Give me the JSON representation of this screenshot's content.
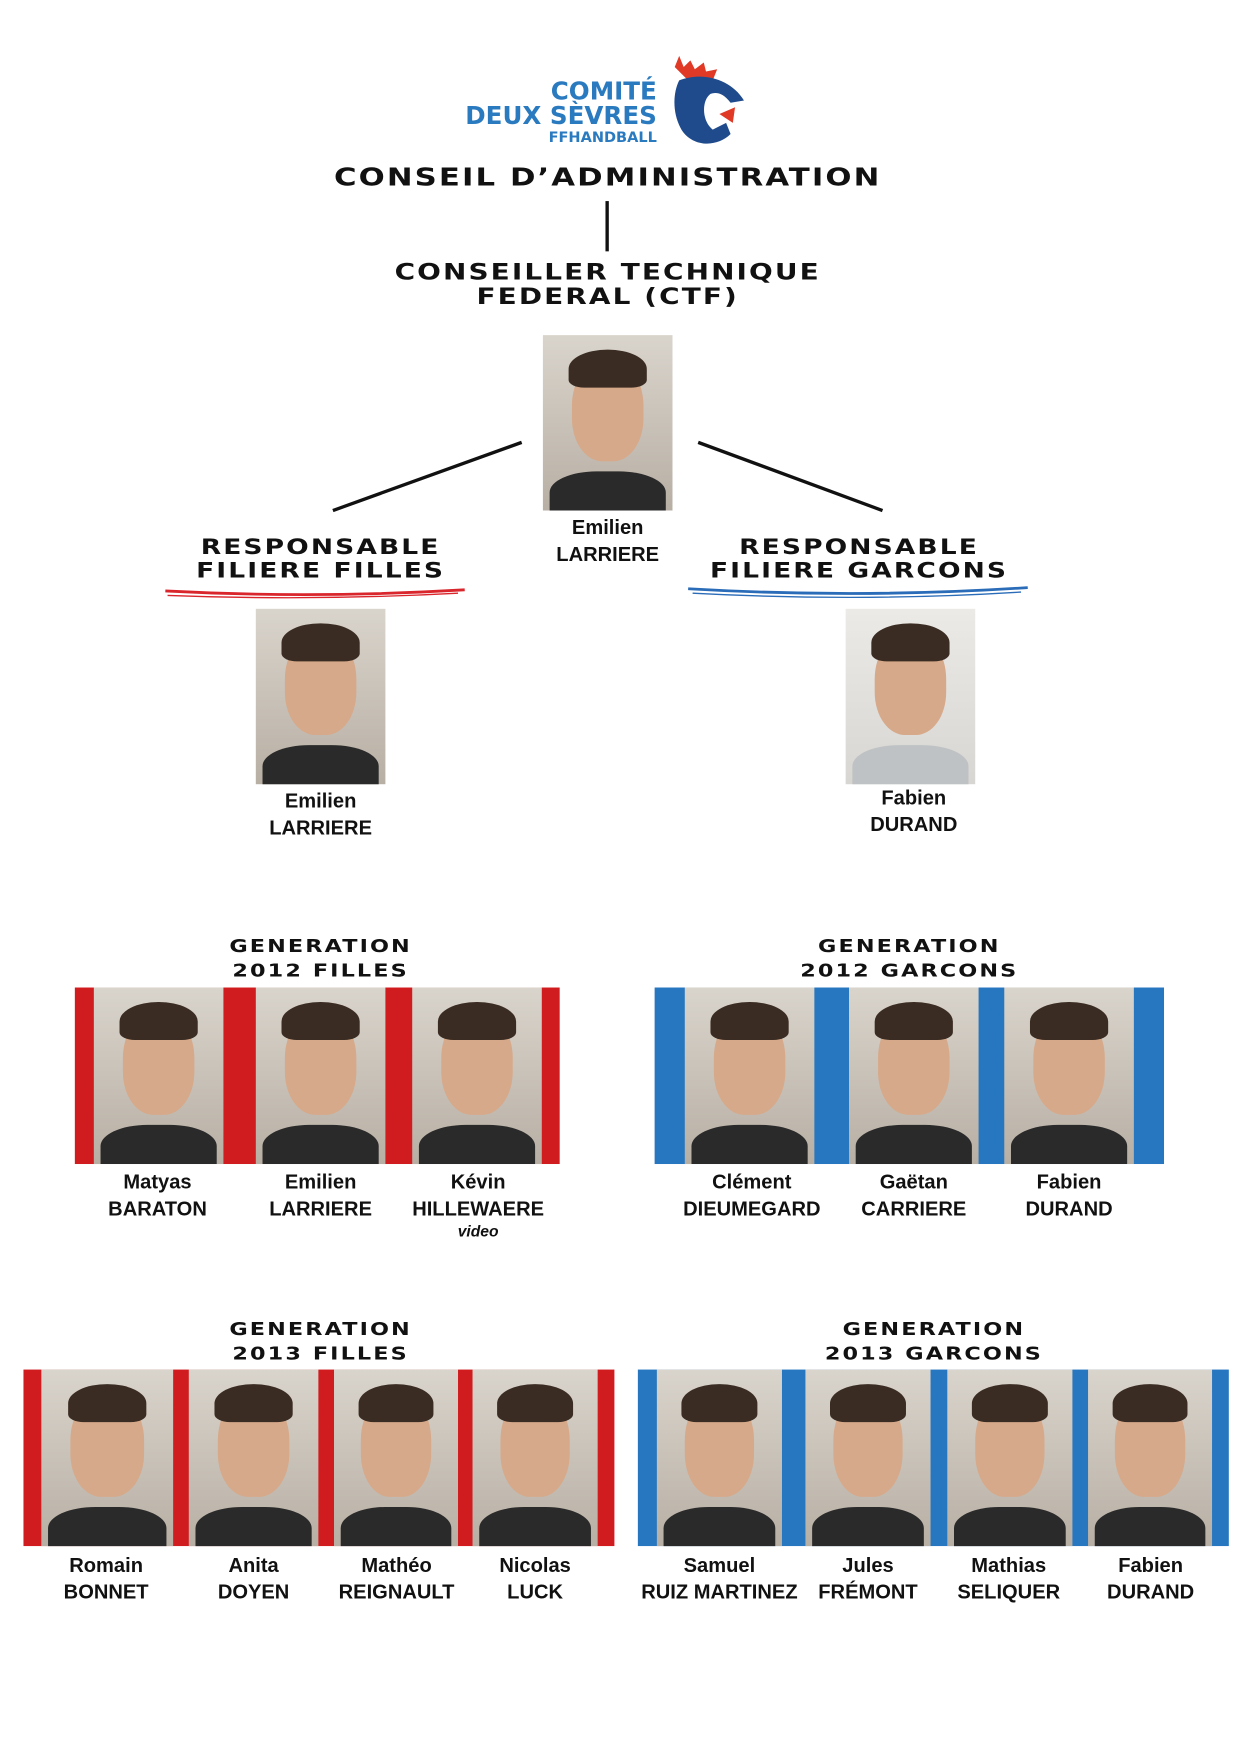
{
  "logo": {
    "line1": "COMITÉ",
    "line2": "DEUX SÈVRES",
    "line3": "FFHANDBALL"
  },
  "header": {
    "board": "CONSEIL D’ADMINISTRATION",
    "ctf_line1": "CONSEILLER TECHNIQUE",
    "ctf_line2": "FEDERAL (CTF)"
  },
  "ctf": {
    "first": "Emilien",
    "last": "LARRIERE"
  },
  "resp_filles": {
    "line1": "RESPONSABLE",
    "line2": "FILIERE FILLES",
    "first": "Emilien",
    "last": "LARRIERE",
    "accent": "#d9262c"
  },
  "resp_garcons": {
    "line1": "RESPONSABLE",
    "line2": "FILIERE GARCONS",
    "first": "Fabien",
    "last": "DURAND",
    "accent": "#2b6cb8"
  },
  "groups": [
    {
      "line1": "GENERATION",
      "line2": "2012 FILLES",
      "color": "#d01c1f",
      "people": [
        {
          "first": "Matyas",
          "last": "BARATON"
        },
        {
          "first": "Emilien",
          "last": "LARRIERE"
        },
        {
          "first": "Kévin",
          "last": "HILLEWAERE",
          "note": "video"
        }
      ]
    },
    {
      "line1": "GENERATION",
      "line2": "2012 GARCONS",
      "color": "#2676c0",
      "people": [
        {
          "first": "Clément",
          "last": "DIEUMEGARD"
        },
        {
          "first": "Gaëtan",
          "last": "CARRIERE"
        },
        {
          "first": "Fabien",
          "last": "DURAND"
        }
      ]
    },
    {
      "line1": "GENERATION",
      "line2": "2013 FILLES",
      "color": "#d01c1f",
      "people": [
        {
          "first": "Romain",
          "last": "BONNET"
        },
        {
          "first": "Anita",
          "last": "DOYEN"
        },
        {
          "first": "Mathéo",
          "last": "REIGNAULT"
        },
        {
          "first": "Nicolas",
          "last": "LUCK"
        }
      ]
    },
    {
      "line1": "GENERATION",
      "line2": "2013 GARCONS",
      "color": "#2676c0",
      "people": [
        {
          "first": "Samuel",
          "last": "RUIZ MARTINEZ"
        },
        {
          "first": "Jules",
          "last": "FRÉMONT"
        },
        {
          "first": "Mathias",
          "last": "SELIQUER"
        },
        {
          "first": "Fabien",
          "last": "DURAND"
        }
      ]
    }
  ]
}
